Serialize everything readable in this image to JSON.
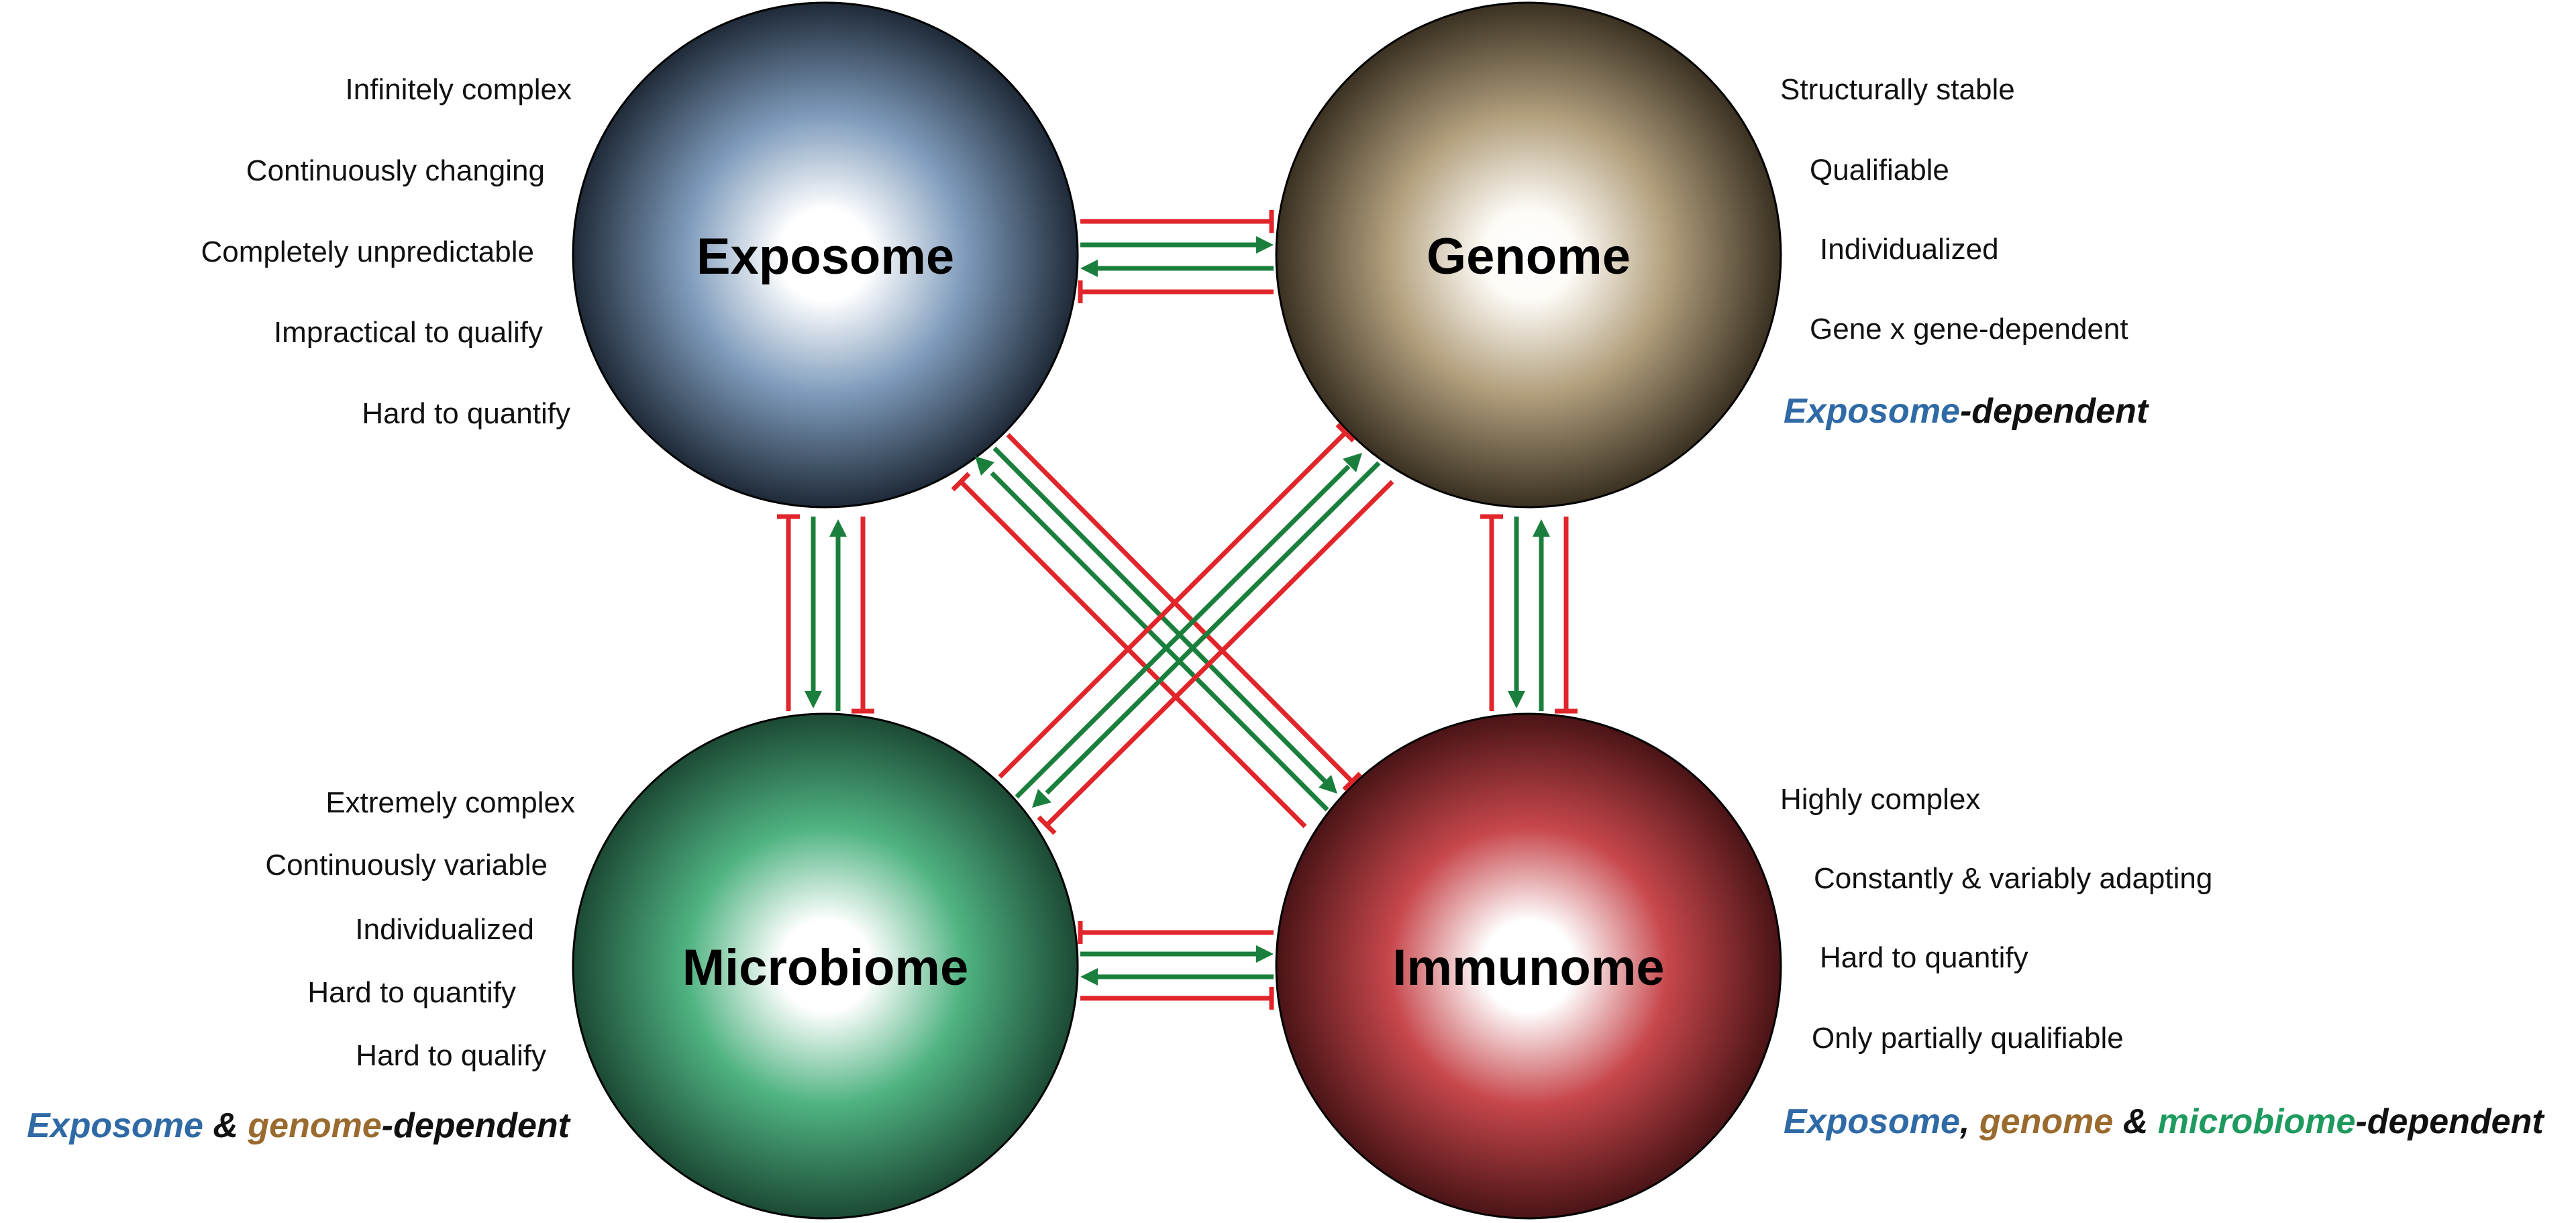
{
  "circles": {
    "exposome": {
      "title": "Exposome",
      "color": "#5e7c9e"
    },
    "genome": {
      "title": "Genome",
      "color": "#8c7a5c"
    },
    "microbiome": {
      "title": "Microbiome",
      "color": "#2f8a5a"
    },
    "immunome": {
      "title": "Immunome",
      "color": "#a8363b"
    }
  },
  "exposome_traits": [
    "Infinitely complex",
    "Continuously changing",
    "Completely unpredictable",
    "Impractical to qualify",
    "Hard to quantify"
  ],
  "genome_traits": [
    "Structurally stable",
    "Qualifiable",
    "Individualized",
    "Gene x gene-dependent"
  ],
  "microbiome_traits": [
    "Extremely complex",
    "Continuously variable",
    "Individualized",
    "Hard to quantify",
    "Hard to qualify"
  ],
  "immunome_traits": [
    "Highly complex",
    "Constantly & variably adapting",
    "Hard to quantify",
    "Only partially qualifiable"
  ],
  "genome_dependency": {
    "w1": "Exposome",
    "w2": "-dependent"
  },
  "microbiome_dependency": {
    "w1": "Exposome",
    "s1": " & ",
    "w2": "genome",
    "s2": "-dependent"
  },
  "immunome_dependency": {
    "w1": "Exposome",
    "s1": ", ",
    "w2": "genome",
    "s2": " & ",
    "w3": "microbiome",
    "s3": "-dependent"
  },
  "colors": {
    "activation_arrow": "#1a7f3c",
    "inhibition_arrow": "#e0262b",
    "exposome_text": "#2f6aa6",
    "genome_text": "#9a6a2e",
    "microbiome_text": "#1e9a5e",
    "dependent_text": "#111111"
  }
}
